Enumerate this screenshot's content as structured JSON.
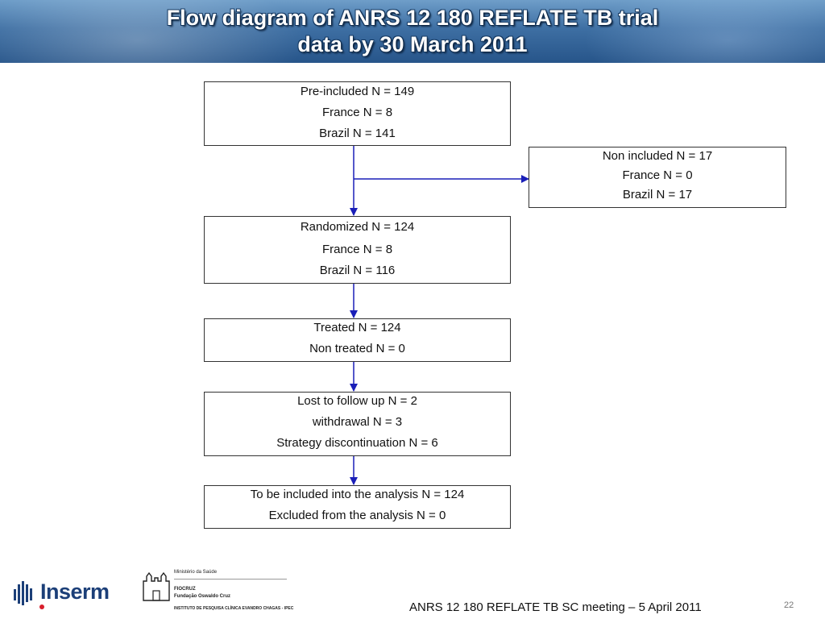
{
  "title": {
    "line1": "Flow diagram of ANRS 12 180 REFLATE TB trial",
    "line2": "data by 30 March 2011"
  },
  "boxes": {
    "pre_included": [
      "Pre-included N = 149",
      "France N = 8",
      "Brazil N = 141"
    ],
    "non_included": [
      "Non included N = 17",
      "France N = 0",
      "Brazil N = 17"
    ],
    "randomized": [
      "Randomized N = 124",
      "France N = 8",
      "Brazil N = 116"
    ],
    "treated": [
      "Treated N = 124",
      "Non treated N = 0"
    ],
    "lost": [
      "Lost to follow up N = 2",
      "withdrawal N = 3",
      "Strategy discontinuation N = 6"
    ],
    "analysis": [
      "To be included into the analysis N = 124",
      "Excluded from the analysis N = 0"
    ]
  },
  "colors": {
    "arrow": "#1a1fb8",
    "header_top": "#6f9ec9",
    "header_bottom": "#27558a",
    "inserm_blue": "#1c3f78",
    "inserm_red": "#d81e2c"
  },
  "footer": {
    "meeting": "ANRS 12 180 REFLATE TB SC meeting – 5 April 2011",
    "page_number": "22"
  },
  "logos": {
    "inserm": "Inserm",
    "ministry": "Ministério da Saúde",
    "fiocruz": "FIOCRUZ",
    "fundacao": "Fundação Oswaldo Cruz",
    "institute": "INSTITUTO DE PESQUISA CLÍNICA EVANDRO CHAGAS - IPEC"
  }
}
